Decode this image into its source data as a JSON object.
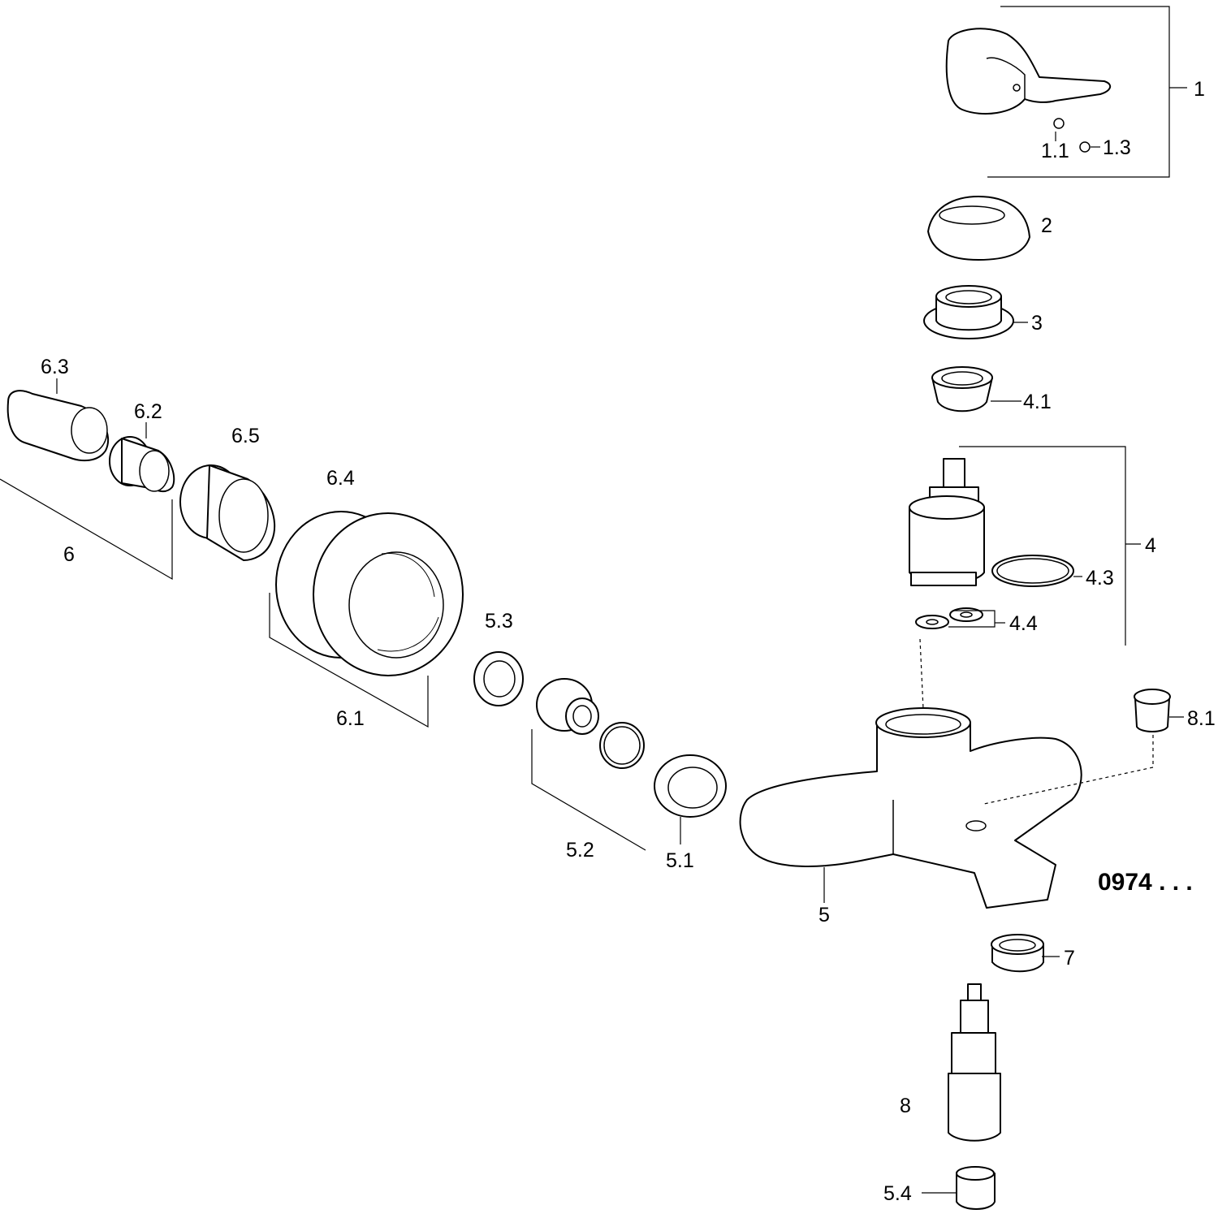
{
  "diagram": {
    "type": "exploded-parts-diagram",
    "model_code": "0974 . . .",
    "part_labels": {
      "p1": "1",
      "p1_1": "1.1",
      "p1_3": "1.3",
      "p2": "2",
      "p3": "3",
      "p4_1": "4.1",
      "p4": "4",
      "p4_3": "4.3",
      "p4_4": "4.4",
      "p5": "5",
      "p5_1": "5.1",
      "p5_2": "5.2",
      "p5_3": "5.3",
      "p5_4": "5.4",
      "p6": "6",
      "p6_1": "6.1",
      "p6_2": "6.2",
      "p6_3": "6.3",
      "p6_4": "6.4",
      "p6_5": "6.5",
      "p7": "7",
      "p8": "8",
      "p8_1": "8.1"
    }
  }
}
